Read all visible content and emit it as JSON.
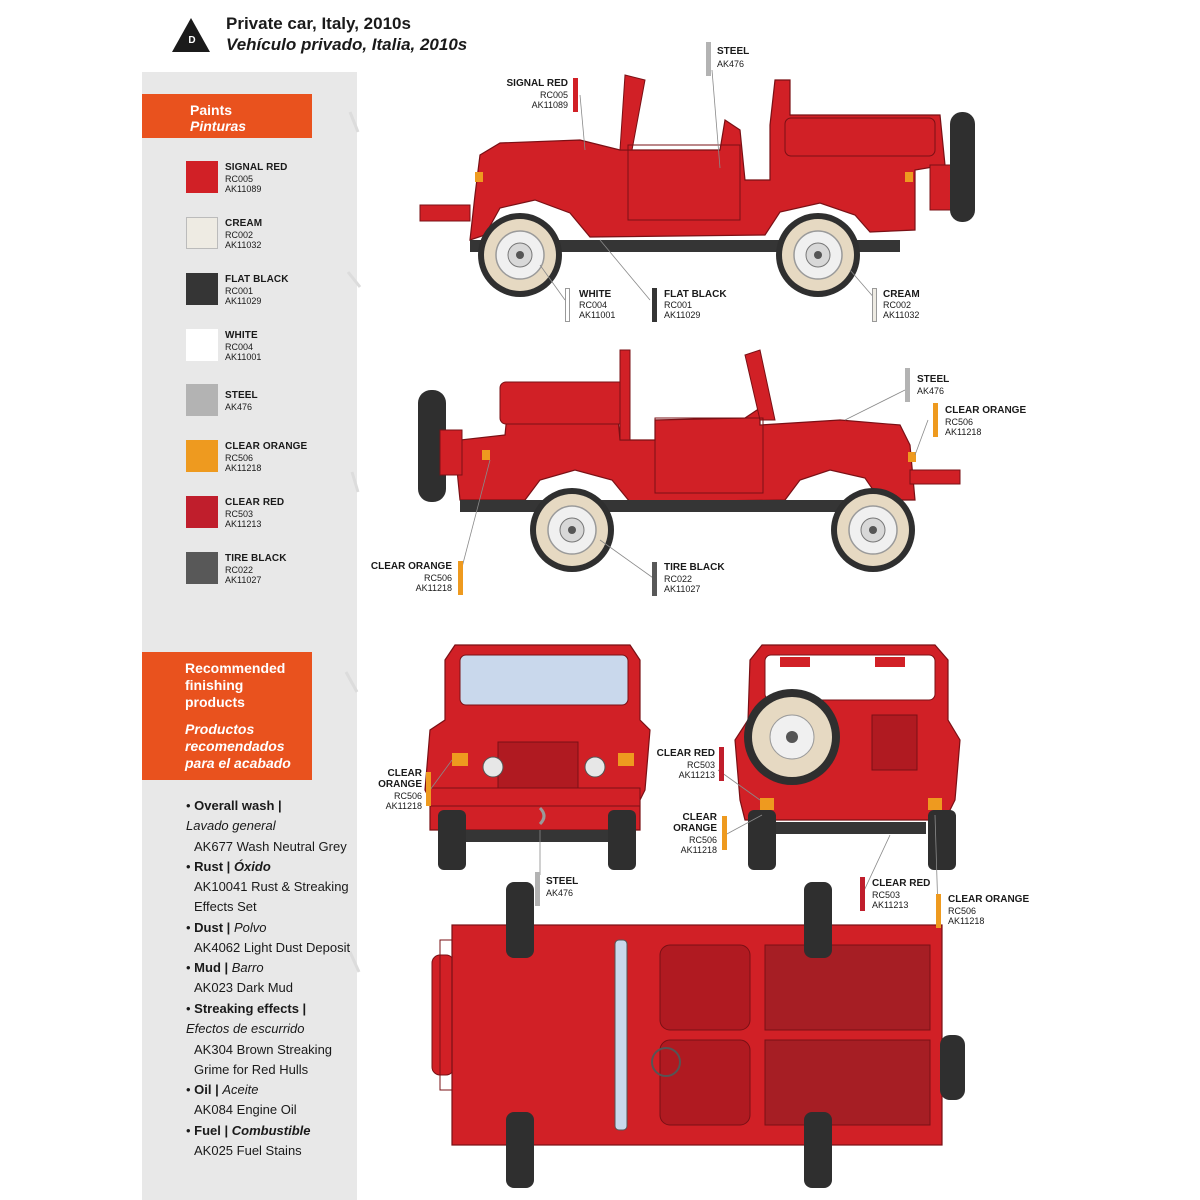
{
  "header": {
    "badge_letter": "D",
    "title": "Private car, Italy, 2010s",
    "subtitle": "Vehículo privado, Italia, 2010s"
  },
  "paints_section": {
    "title": "Paints",
    "title_es": "Pinturas",
    "items": [
      {
        "name": "SIGNAL RED",
        "codes": [
          "RC005",
          "AK11089"
        ],
        "color": "#d12026"
      },
      {
        "name": "CREAM",
        "codes": [
          "RC002",
          "AK11032"
        ],
        "color": "#eeebe3"
      },
      {
        "name": "FLAT BLACK",
        "codes": [
          "RC001",
          "AK11029"
        ],
        "color": "#353535"
      },
      {
        "name": "WHITE",
        "codes": [
          "RC004",
          "AK11001"
        ],
        "color": "#ffffff"
      },
      {
        "name": "STEEL",
        "codes": [
          "AK476"
        ],
        "color": "#b3b3b3"
      },
      {
        "name": "CLEAR ORANGE",
        "codes": [
          "RC506",
          "AK11218"
        ],
        "color": "#ee9a1f"
      },
      {
        "name": "CLEAR RED",
        "codes": [
          "RC503",
          "AK11213"
        ],
        "color": "#c01e2c"
      },
      {
        "name": "TIRE BLACK",
        "codes": [
          "RC022",
          "AK11027"
        ],
        "color": "#585858"
      }
    ]
  },
  "finishing_section": {
    "title_lines": [
      "Recommended",
      "finishing",
      "products"
    ],
    "title_es_lines": [
      "Productos",
      "recomendados",
      "para el acabado"
    ],
    "items": [
      {
        "label": "Overall wash |",
        "label_es": "Lavado general",
        "products": [
          "AK677 Wash Neutral Grey"
        ]
      },
      {
        "label": "Rust |",
        "label_es": "Óxido",
        "products": [
          "AK10041 Rust & Streaking",
          "Effects Set"
        ]
      },
      {
        "label": "Dust |",
        "label_es": "Polvo",
        "products": [
          "AK4062 Light Dust Deposit"
        ]
      },
      {
        "label": "Mud |",
        "label_es": "Barro",
        "products": [
          "AK023 Dark Mud"
        ]
      },
      {
        "label": "Streaking effects |",
        "label_es": "Efectos de escurrido",
        "products": [
          "AK304 Brown Streaking",
          "Grime for Red Hulls"
        ]
      },
      {
        "label": "Oil |",
        "label_es": "Aceite",
        "products": [
          "AK084 Engine Oil"
        ]
      },
      {
        "label": "Fuel |",
        "label_es": "Combustible",
        "products": [
          "AK025 Fuel Stains"
        ]
      }
    ]
  },
  "callouts": {
    "side_top_steel": {
      "name": "STEEL",
      "codes": [
        "AK476"
      ],
      "color": "#b3b3b3"
    },
    "side_top_signal_red": {
      "name": "SIGNAL RED",
      "codes": [
        "RC005",
        "AK11089"
      ],
      "color": "#d12026"
    },
    "side_top_white": {
      "name": "WHITE",
      "codes": [
        "RC004",
        "AK11001"
      ],
      "color": "#ffffff"
    },
    "side_top_flat_black": {
      "name": "FLAT BLACK",
      "codes": [
        "RC001",
        "AK11029"
      ],
      "color": "#353535"
    },
    "side_top_cream": {
      "name": "CREAM",
      "codes": [
        "RC002",
        "AK11032"
      ],
      "color": "#eeebe3"
    },
    "side_bottom_steel": {
      "name": "STEEL",
      "codes": [
        "AK476"
      ],
      "color": "#b3b3b3"
    },
    "side_bottom_clear_orange_right": {
      "name": "CLEAR ORANGE",
      "codes": [
        "RC506",
        "AK11218"
      ],
      "color": "#ee9a1f"
    },
    "side_bottom_clear_orange_left": {
      "name": "CLEAR ORANGE",
      "codes": [
        "RC506",
        "AK11218"
      ],
      "color": "#ee9a1f"
    },
    "side_bottom_tire_black": {
      "name": "TIRE BLACK",
      "codes": [
        "RC022",
        "AK11027"
      ],
      "color": "#585858"
    },
    "front_clear_orange": {
      "name_lines": [
        "CLEAR",
        "ORANGE"
      ],
      "codes": [
        "RC506",
        "AK11218"
      ],
      "color": "#ee9a1f"
    },
    "front_steel": {
      "name": "STEEL",
      "codes": [
        "AK476"
      ],
      "color": "#b3b3b3"
    },
    "rear_clear_red_upper": {
      "name": "CLEAR RED",
      "codes": [
        "RC503",
        "AK11213"
      ],
      "color": "#c01e2c"
    },
    "rear_clear_orange_mid": {
      "name_lines": [
        "CLEAR",
        "ORANGE"
      ],
      "codes": [
        "RC506",
        "AK11218"
      ],
      "color": "#ee9a1f"
    },
    "rear_clear_red_lower": {
      "name": "CLEAR RED",
      "codes": [
        "RC503",
        "AK11213"
      ],
      "color": "#c01e2c"
    },
    "rear_clear_orange_lower": {
      "name": "CLEAR ORANGE",
      "codes": [
        "RC506",
        "AK11218"
      ],
      "color": "#ee9a1f"
    }
  },
  "colors": {
    "accent_orange": "#e9521e",
    "body_red": "#d12026",
    "panel_grey": "#e8e8e8"
  }
}
